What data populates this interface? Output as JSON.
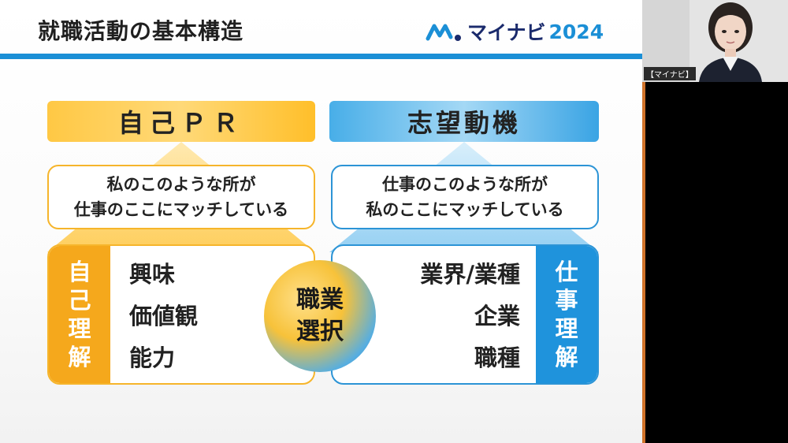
{
  "slide": {
    "title": "就職活動の基本構造",
    "logo": {
      "brand": "マイナビ",
      "year": "2024",
      "icon": "mynavi-logo-icon"
    },
    "left": {
      "header": "自己ＰＲ",
      "statement_lines": [
        "私のこのような所が",
        "仕事のここにマッチしている"
      ],
      "vertical_label": [
        "自",
        "己",
        "理",
        "解"
      ],
      "items": [
        "興味",
        "価値観",
        "能力"
      ]
    },
    "right": {
      "header": "志望動機",
      "statement_lines": [
        "仕事のこのような所が",
        "私のここにマッチしている"
      ],
      "vertical_label": [
        "仕",
        "事",
        "理",
        "解"
      ],
      "items": [
        "業界/業種",
        "企業",
        "職種"
      ]
    },
    "center": {
      "lines": [
        "職業",
        "選択"
      ]
    }
  },
  "video": {
    "participant_name": "【マイナビ】"
  },
  "colors": {
    "accent_blue": "#1b8fd6",
    "accent_orange": "#f5a81c",
    "dark_navy": "#1a2a6c"
  }
}
